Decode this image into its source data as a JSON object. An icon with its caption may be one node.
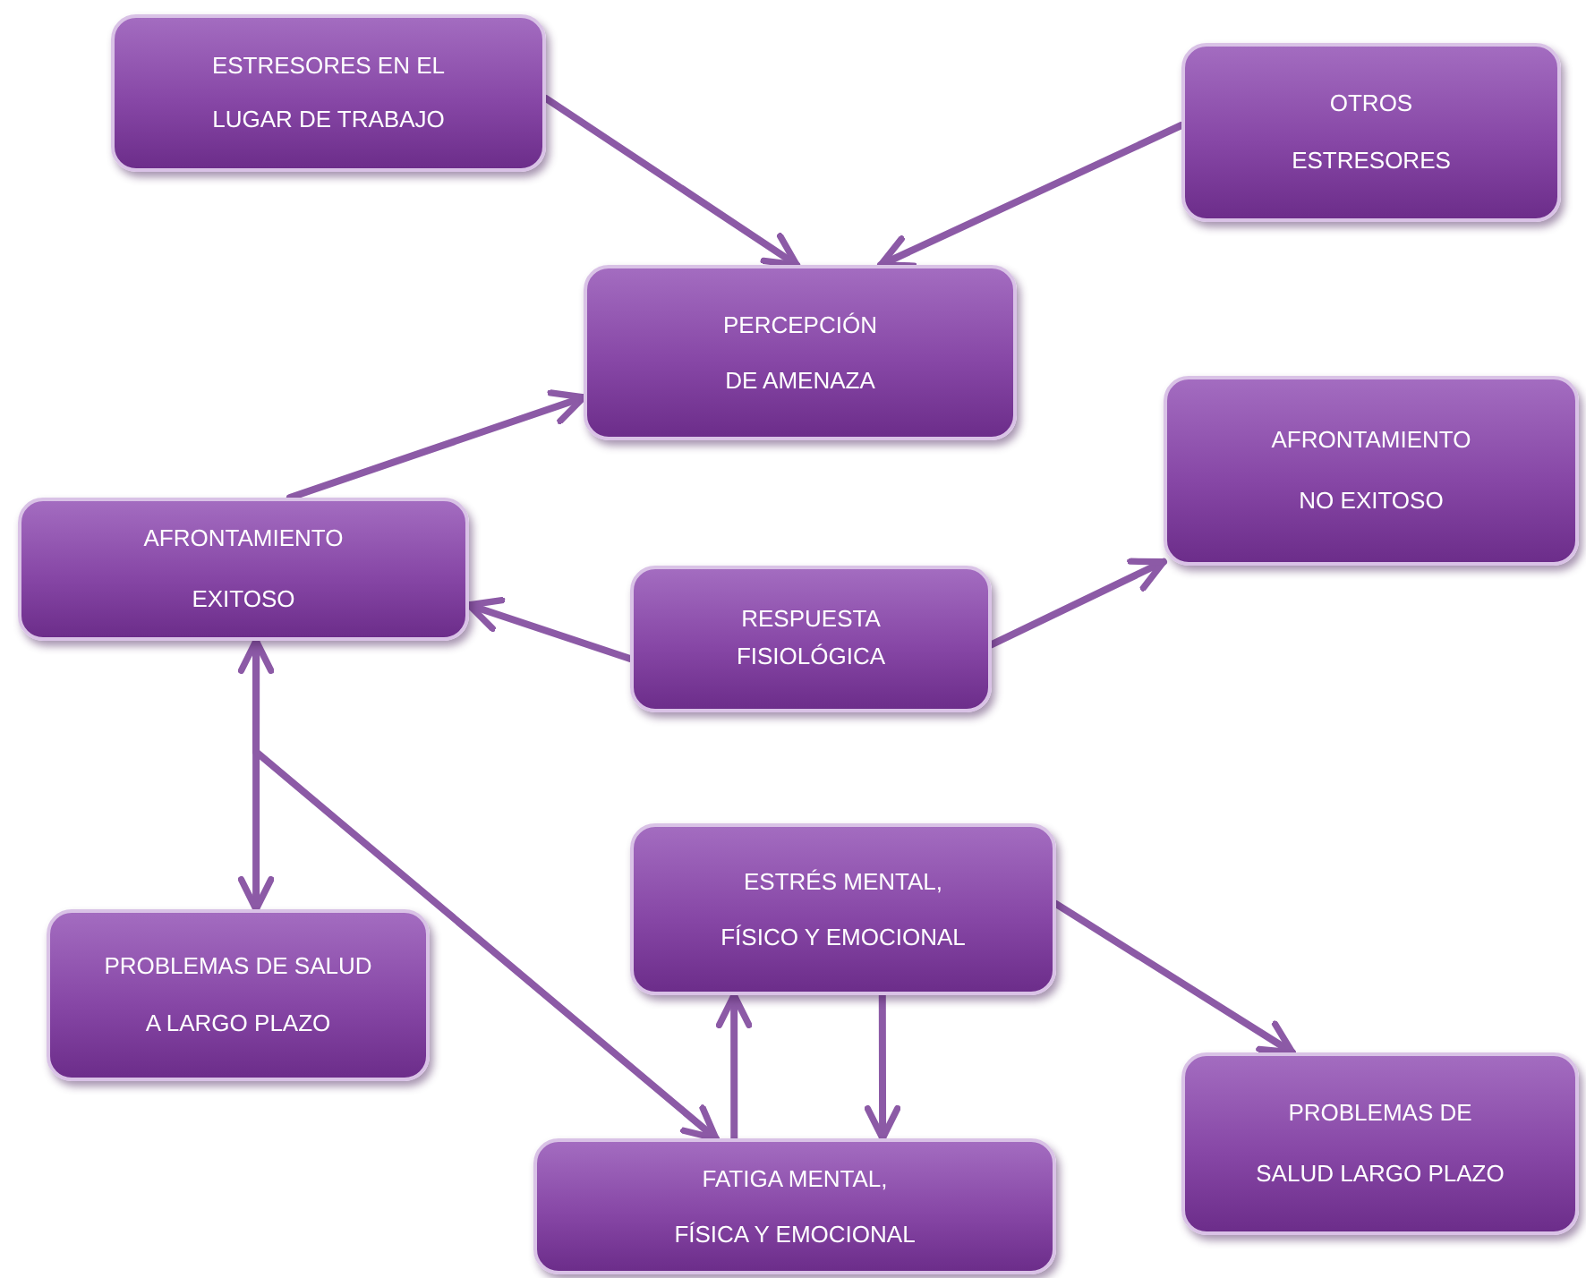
{
  "diagram": {
    "nodes": [
      {
        "text": [
          "ESTRESORES EN EL LUGAR DE TRABAJO"
        ]
      },
      {
        "text": [
          "OTROS ESTRESORES"
        ]
      },
      {
        "text": [
          "PERCEPCIÓN DE AMENAZA"
        ]
      },
      {
        "text": [
          "AFRONTAMIENTO NO EXITOSO"
        ]
      },
      {
        "text": [
          "AFRONTAMIENTO EXITOSO"
        ]
      },
      {
        "text": [
          "RESPUESTA FISIOLÓGICA"
        ]
      },
      {
        "text": [
          "ESTRÉS MENTAL, FÍSICO Y EMOCIONAL"
        ]
      },
      {
        "text": [
          "PROBLEMAS DE SALUD A LARGO PLAZO"
        ]
      },
      {
        "text": [
          "PROBLEMAS DE SALUD LARGO PLAZO"
        ]
      },
      {
        "text": [
          "FATIGA MENTAL, FÍSICA Y EMOCIONAL"
        ]
      }
    ],
    "edges": [
      {
        "from": 0,
        "to": 2,
        "arrow": "to"
      },
      {
        "from": 1,
        "to": 2,
        "arrow": "to"
      },
      {
        "from": 4,
        "to": 2,
        "arrow": "to"
      },
      {
        "from": 5,
        "to": 4,
        "arrow": "to"
      },
      {
        "from": 5,
        "to": 3,
        "arrow": "to"
      },
      {
        "from": 4,
        "to": 7,
        "arrow": "both"
      },
      {
        "from": 4,
        "to": 9,
        "arrow": "to"
      },
      {
        "from": 9,
        "to": 6,
        "arrow": "to"
      },
      {
        "from": 6,
        "to": 9,
        "arrow": "to"
      },
      {
        "from": 6,
        "to": 8,
        "arrow": "to"
      }
    ]
  }
}
